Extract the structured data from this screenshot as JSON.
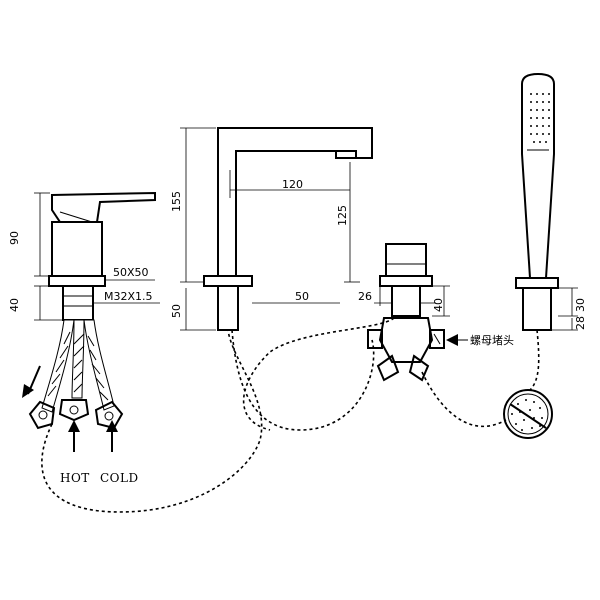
{
  "dimensions": {
    "mixer_height": "90",
    "mixer_base_height": "40",
    "mixer_base_size": "50X50",
    "mixer_thread": "M32X1.5",
    "spout_total_height": "155",
    "spout_reach": "120",
    "spout_outlet_height": "125",
    "spout_base_height": "50",
    "spout_base_width": "50",
    "diverter_width": "26",
    "diverter_base_height": "40",
    "handshower_base_height": "30",
    "handshower_base_width": "28"
  },
  "labels": {
    "hot": "HOT",
    "cold": "COLD",
    "nut_cap": "螺母堵头"
  }
}
